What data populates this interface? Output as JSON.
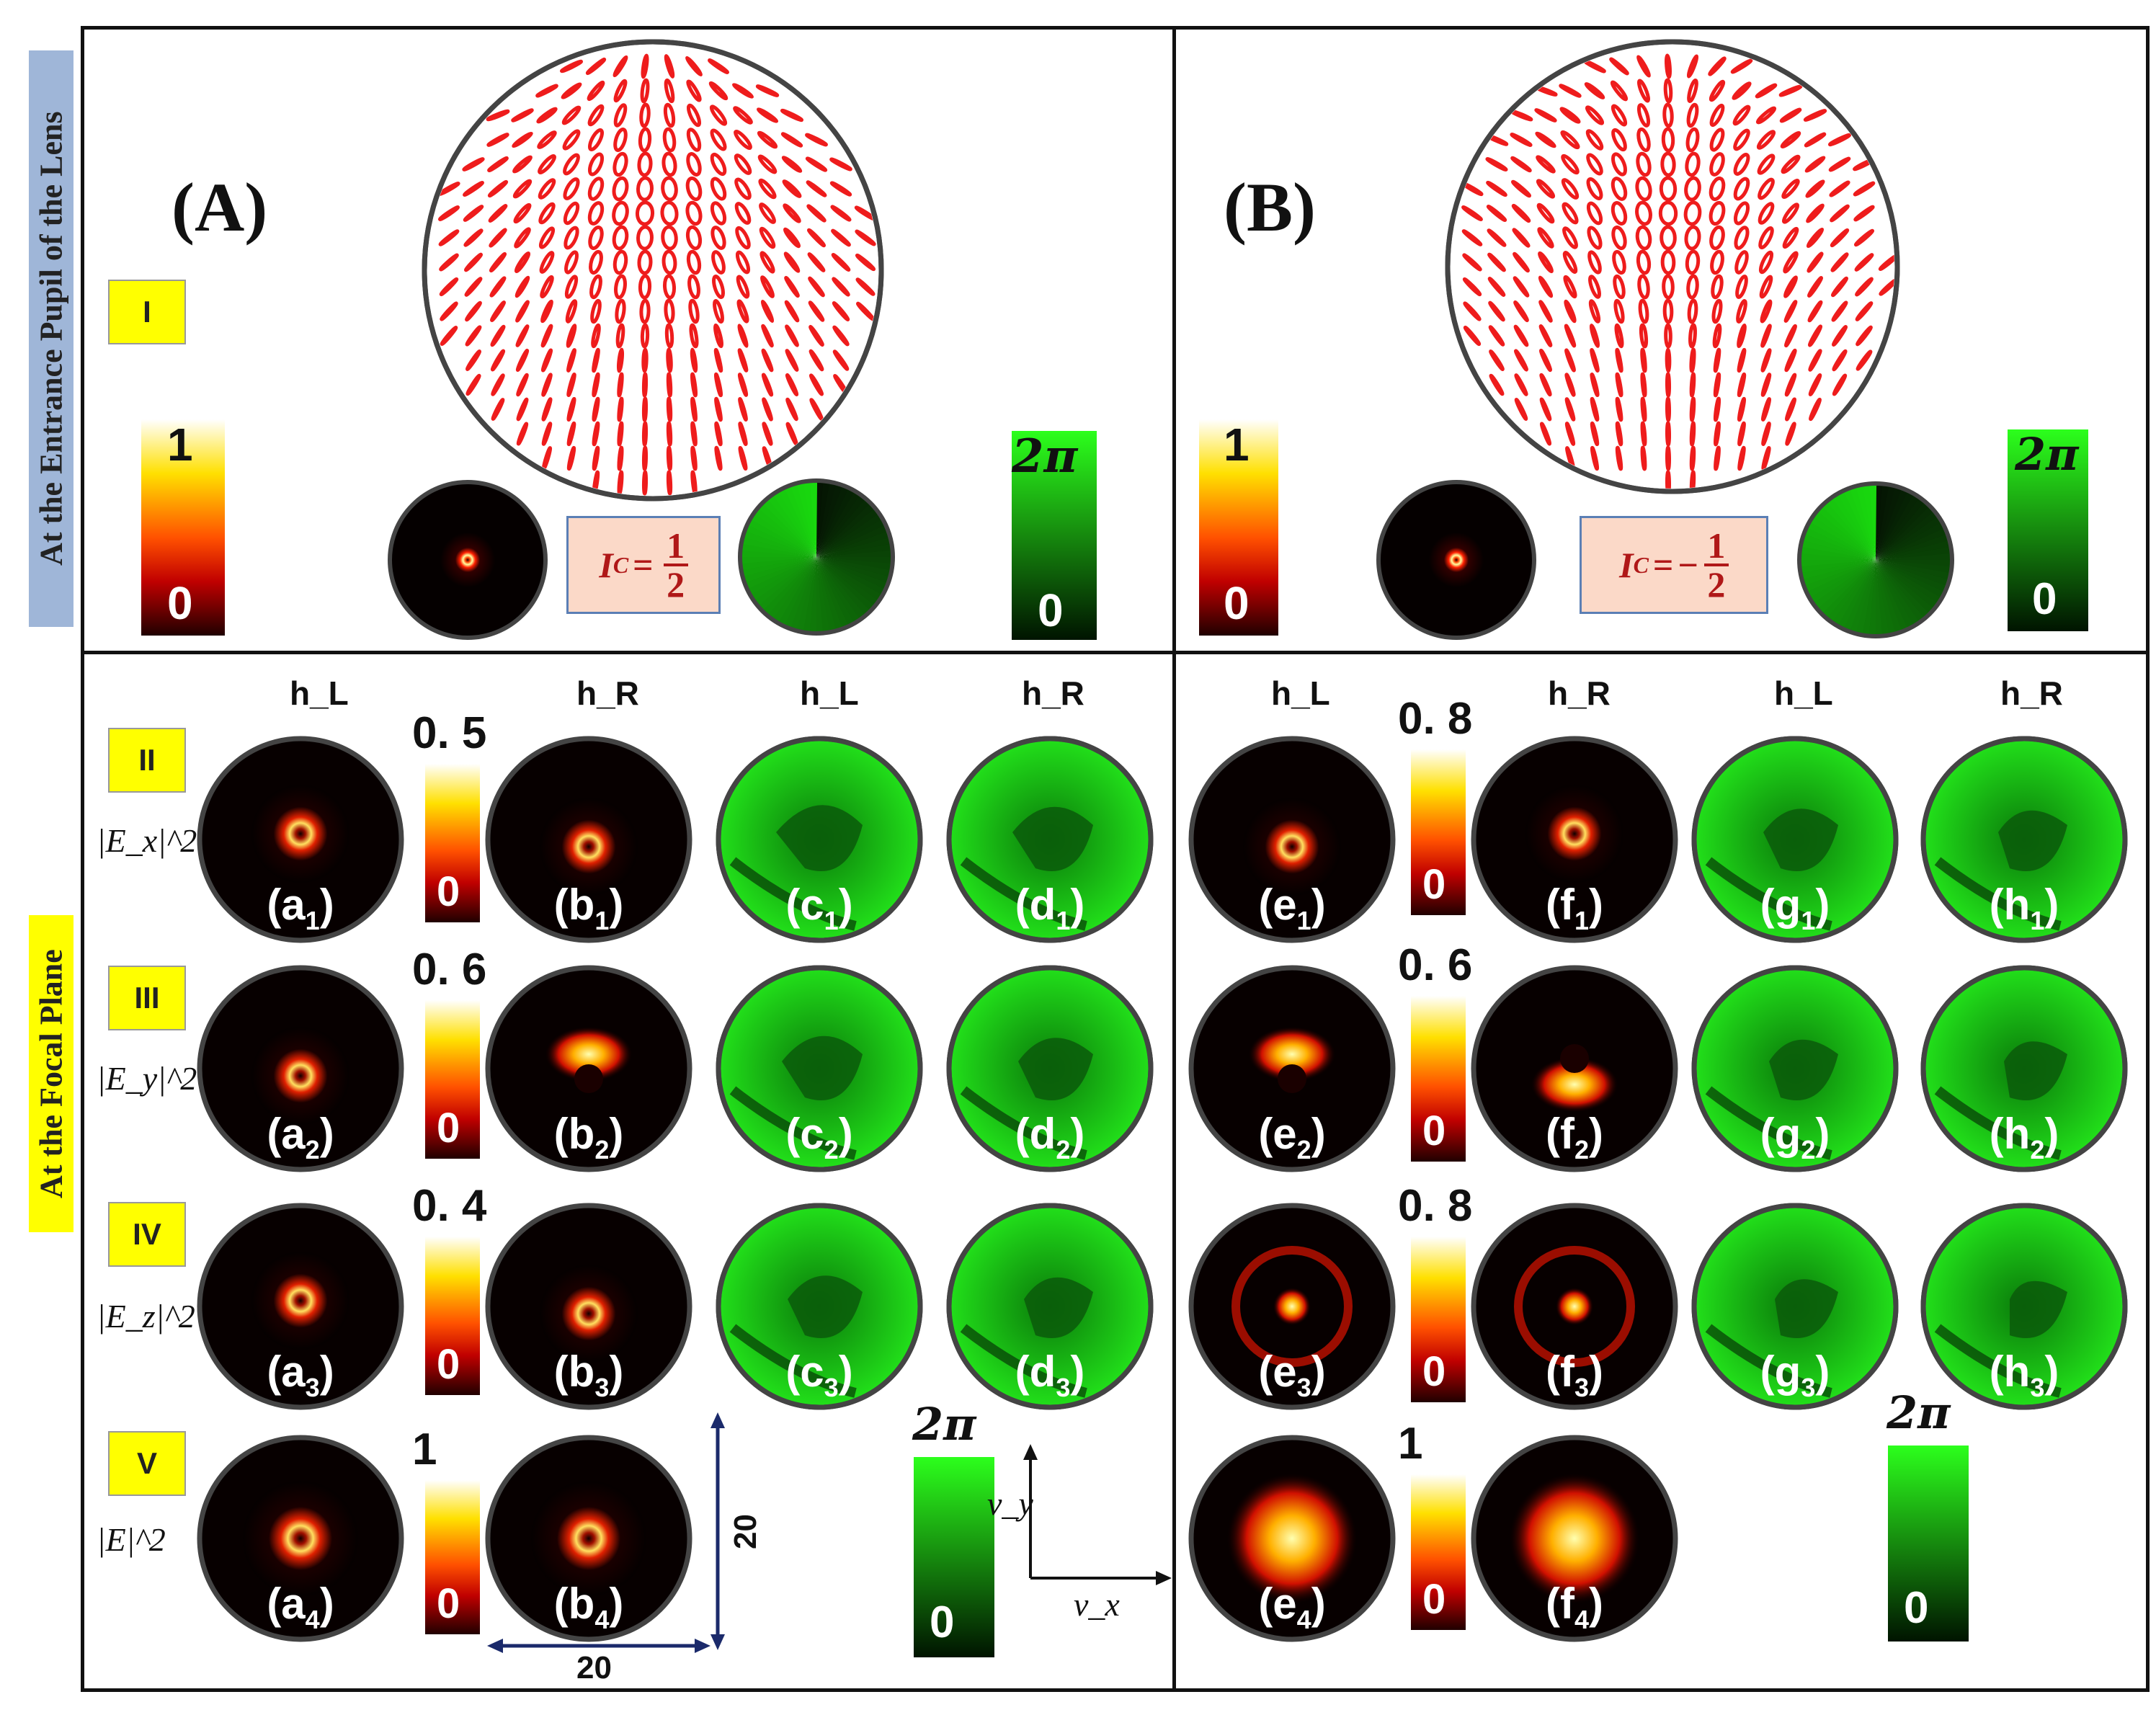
{
  "side_labels": {
    "top": "At the Entrance Pupil of the Lens",
    "bottom": "At the Focal Plane"
  },
  "section_labels": {
    "A": "(A)",
    "B": "(B)"
  },
  "row_tags": [
    "I",
    "II",
    "III",
    "IV",
    "V"
  ],
  "row_equations": [
    "|E_x|^2",
    "|E_y|^2",
    "|E_z|^2",
    "|E|^2"
  ],
  "column_headers": {
    "left": [
      "h_L",
      "h_R",
      "h_L",
      "h_R"
    ],
    "right": [
      "h_L",
      "h_R",
      "h_L",
      "h_R"
    ]
  },
  "entrance": {
    "A": {
      "ic_lhs": "I",
      "ic_sub": "C",
      "ic_rel": "=",
      "ic_sign": "",
      "ic_num": "1",
      "ic_den": "2",
      "intensity_max": "1",
      "intensity_min": "0",
      "phase_max": "2π",
      "phase_min": "0"
    },
    "B": {
      "ic_lhs": "I",
      "ic_sub": "C",
      "ic_rel": "=",
      "ic_sign": "−",
      "ic_num": "1",
      "ic_den": "2",
      "intensity_max": "1",
      "intensity_min": "0",
      "phase_max": "2π",
      "phase_min": "0"
    }
  },
  "focal": {
    "left_colorbars": [
      {
        "max": "0. 5",
        "min": "0"
      },
      {
        "max": "0. 6",
        "min": "0"
      },
      {
        "max": "0. 4",
        "min": "0"
      },
      {
        "max": "1",
        "min": "0"
      }
    ],
    "right_colorbars": [
      {
        "max": "0. 8",
        "min": "0"
      },
      {
        "max": "0. 6",
        "min": "0"
      },
      {
        "max": "0. 8",
        "min": "0"
      },
      {
        "max": "1",
        "min": "0"
      }
    ],
    "phase_bar_left": {
      "max": "2π",
      "min": "0"
    },
    "phase_bar_right": {
      "max": "2π",
      "min": "0"
    },
    "panel_labels": {
      "a": [
        "(a",
        "1",
        ")"
      ],
      "b": [
        "(b",
        "1",
        ")"
      ]
    },
    "scale": {
      "vertical": "20",
      "horizontal": "20"
    },
    "axes": {
      "x": "v_x",
      "y": "v_y"
    }
  },
  "colors": {
    "hot_top": "#ffffff",
    "hot_mid": "#ffd400",
    "hot_red": "#e01000",
    "hot_dark": "#3a0000",
    "green_top": "#2cff1c",
    "green_dark": "#001400",
    "ellipse_red": "#ee1c1c",
    "tag_yellow": "#ffff00",
    "side_top_bg": "#9fb6d8",
    "side_bottom_bg": "#ffff00"
  }
}
